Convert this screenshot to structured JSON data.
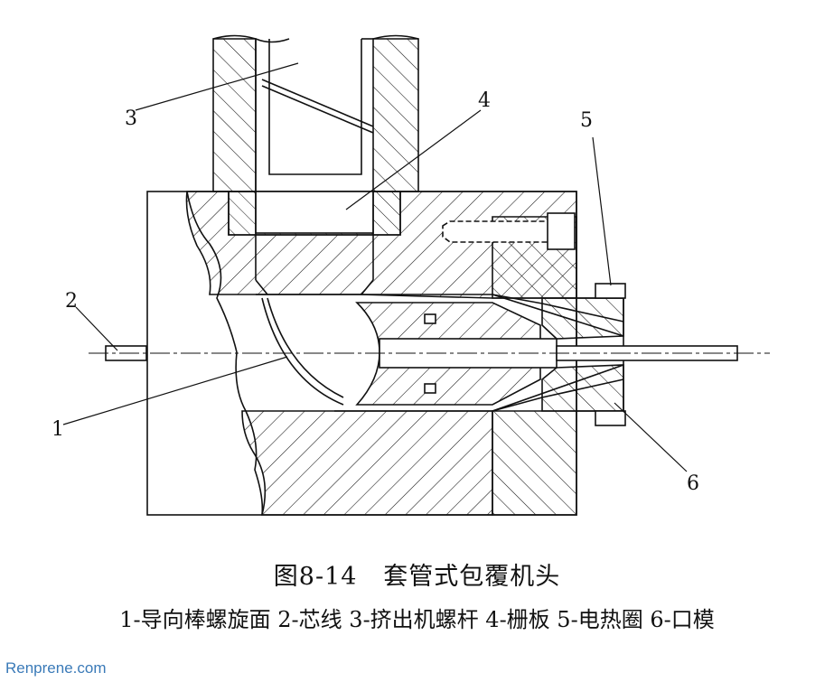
{
  "figure": {
    "title": "图8-14   套管式包覆机头",
    "legend": "1-导向棒螺旋面 2-芯线 3-挤出机螺杆 4-栅板 5-电热圈 6-口模",
    "watermark": "Renprene.com",
    "watermark_color": "#3a7ab8",
    "callouts": [
      {
        "id": "1",
        "text": "1"
      },
      {
        "id": "2",
        "text": "2"
      },
      {
        "id": "3",
        "text": "3"
      },
      {
        "id": "4",
        "text": "4"
      },
      {
        "id": "5",
        "text": "5"
      },
      {
        "id": "6",
        "text": "6"
      }
    ]
  }
}
